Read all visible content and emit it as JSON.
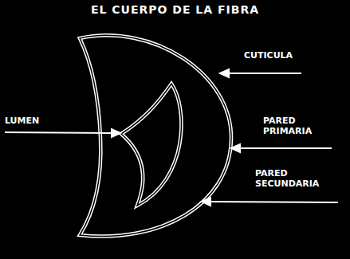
{
  "diagram": {
    "title": "EL CUERPO DE LA FIBRA",
    "labels": [
      "CUTICULA",
      "LUMEN",
      "PARED PRIMARIA",
      "PARED SECUNDARIA"
    ]
  }
}
